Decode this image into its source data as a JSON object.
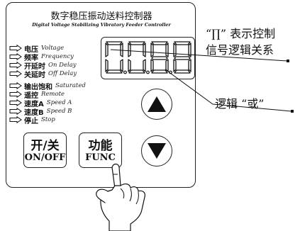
{
  "panel": {
    "title_cn": "数字稳压振动送料控制器",
    "title_en": "Digital Voltage Stabilizing Vibratory Feeder Controller"
  },
  "indicators": [
    {
      "cn": "电压",
      "en": "Voltage"
    },
    {
      "cn": "频率",
      "en": "Frequency"
    },
    {
      "cn": "开延时",
      "en": "On Delay"
    },
    {
      "cn": "关延时",
      "en": "Off Delay"
    },
    {
      "cn": "输出饱和",
      "en": "Saturated"
    },
    {
      "cn": "遥控",
      "en": "Remote"
    },
    {
      "cn": "速度A",
      "en": "Speed A"
    },
    {
      "cn": "速度B",
      "en": "Speed B"
    },
    {
      "cn": "停止",
      "en": "Stop"
    }
  ],
  "buttons": {
    "power_cn": "开/关",
    "power_en": "ON/OFF",
    "func_cn": "功能",
    "func_en": "FUNC"
  },
  "icons": {
    "up": "triangle-up-icon",
    "down": "triangle-down-icon",
    "hand": "pointing-hand-icon",
    "indicator": "arrow-pointer-icon"
  },
  "callouts": {
    "logic_and_1": "“∏” 表示控制",
    "logic_and_2": "信号逻辑关系",
    "logic_or": "逻辑 “或”"
  }
}
